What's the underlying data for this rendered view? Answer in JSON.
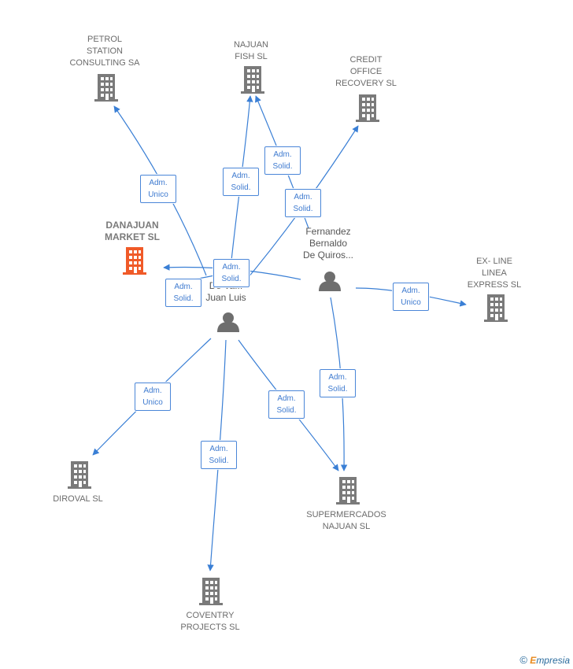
{
  "companies": {
    "petrol": "PETROL\nSTATION\nCONSULTING SA",
    "najuan_fish": "NAJUAN\nFISH  SL",
    "credit": "CREDIT\nOFFICE\nRECOVERY  SL",
    "danajuan": "DANAJUAN\nMARKET  SL",
    "exline": "EX- LINE\nLINEA\nEXPRESS SL",
    "diroval": "DIROVAL SL",
    "supermercados": "SUPERMERCADOS\nNAJUAN  SL",
    "coventry": "COVENTRY\nPROJECTS SL"
  },
  "persons": {
    "fernandez": "Fernandez\nBernaldo\nDe Quiros...",
    "juan_luis": "Ro...\nDe Va...\nJuan Luis"
  },
  "edge_labels": {
    "adm_unico": "Adm.\nUnico",
    "adm_solid": "Adm.\nSolid."
  },
  "colors": {
    "edge": "#3a7fd5",
    "building": "#7a7a7a",
    "focus_building": "#f05a28",
    "person": "#6e6e6e"
  },
  "footer": {
    "copyright": "©",
    "brand_initial": "E",
    "brand_rest": "mpresia"
  }
}
